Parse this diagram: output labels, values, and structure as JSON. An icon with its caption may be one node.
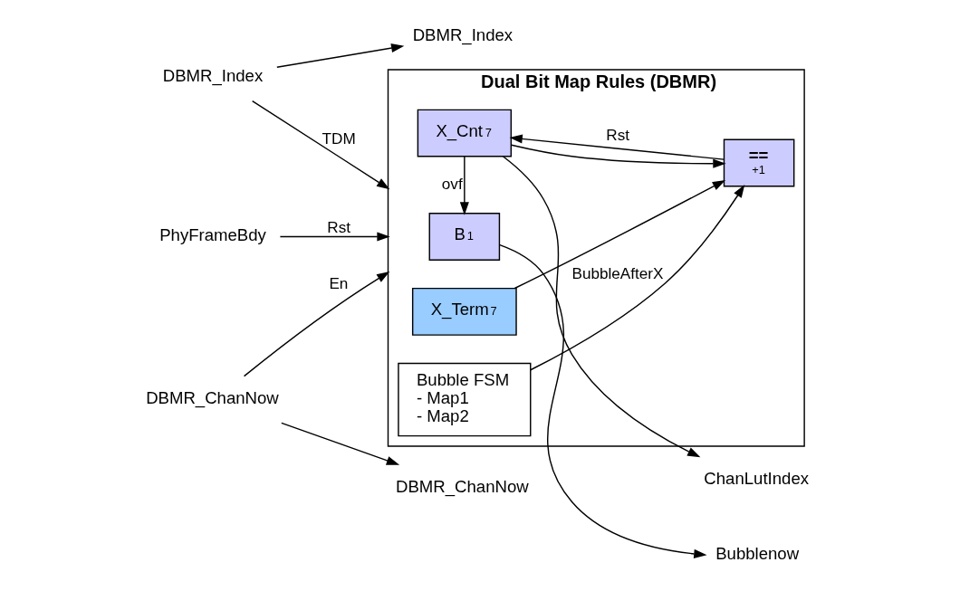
{
  "diagram": {
    "nodes": [
      {
        "text": [
          "Dual Bit Map Rules (DBMR)"
        ]
      },
      {
        "text": [
          "DBMR_Index"
        ]
      },
      {
        "text": [
          "DBMR_ChanNow"
        ]
      },
      {
        "text": [
          "PhyFrameBdy"
        ]
      },
      {
        "text": [
          "DBMR_Index"
        ]
      },
      {
        "text": [
          "DBMR_ChanNow"
        ]
      },
      {
        "text": [
          "B$_{1}$"
        ],
        "in": 0
      },
      {
        "text": [
          "X_Cnt$_{7}$"
        ],
        "in": 0
      },
      {
        "text": [
          "==",
          "+1"
        ],
        "in": 0
      },
      {
        "text": [
          "ChanLutIndex"
        ]
      },
      {
        "text": [
          "X_Term$_{7}$"
        ],
        "in": 0
      },
      {
        "text": [
          "Bubblenow"
        ]
      },
      {
        "text": [
          "Bubble FSM",
          "- Map1",
          "- Map2"
        ],
        "in": 0
      }
    ],
    "edges": [
      {
        "from": 1,
        "to": 4,
        "arrow": "to"
      },
      {
        "from": 2,
        "to": 5,
        "arrow": "to"
      },
      {
        "from": 3,
        "to": 0,
        "arrow": "to",
        "label": "Rst"
      },
      {
        "from": 8,
        "to": 7,
        "arrow": "to",
        "label": "Rst"
      },
      {
        "from": 7,
        "to": 6,
        "arrow": "to",
        "label": "ovf"
      },
      {
        "from": 7,
        "to": 9,
        "arrow": "to"
      },
      {
        "from": 7,
        "to": 8,
        "arrow": "to"
      },
      {
        "from": 10,
        "to": 8,
        "arrow": "to"
      },
      {
        "from": 1,
        "to": 0,
        "arrow": "to",
        "label": "TDM"
      },
      {
        "from": 6,
        "to": 11,
        "arrow": "to"
      },
      {
        "from": 2,
        "to": 0,
        "arrow": "to",
        "label": "En"
      },
      {
        "from": 12,
        "to": 8,
        "arrow": "to",
        "label": "BubbleAfterX"
      }
    ]
  }
}
